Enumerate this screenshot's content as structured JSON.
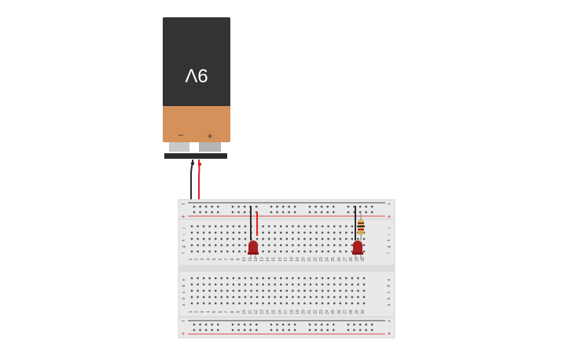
{
  "battery": {
    "label": "9V",
    "minus_symbol": "−",
    "plus_symbol": "+",
    "colors": {
      "body": "#333333",
      "band": "#d4915a",
      "terminal": "#c8c8c8",
      "clip": "#2b2b2b"
    }
  },
  "breadboard": {
    "columns": 30,
    "upper_rows": [
      "j",
      "i",
      "h",
      "g",
      "f"
    ],
    "lower_rows": [
      "e",
      "d",
      "c",
      "b",
      "a"
    ],
    "rail_minus": "−",
    "rail_plus": "+",
    "colors": {
      "board": "#e9e9e9",
      "hole": "#555555",
      "red_line": "#d94a4a",
      "dark_line": "#444444"
    }
  },
  "components": {
    "led_1": {
      "name": "led",
      "color": "#a82020"
    },
    "led_2": {
      "name": "led",
      "color": "#a82020"
    },
    "resistor": {
      "name": "resistor",
      "color": "#d8b36a"
    }
  },
  "wires": {
    "black": "#2b2b2b",
    "red": "#dd1f1f"
  }
}
